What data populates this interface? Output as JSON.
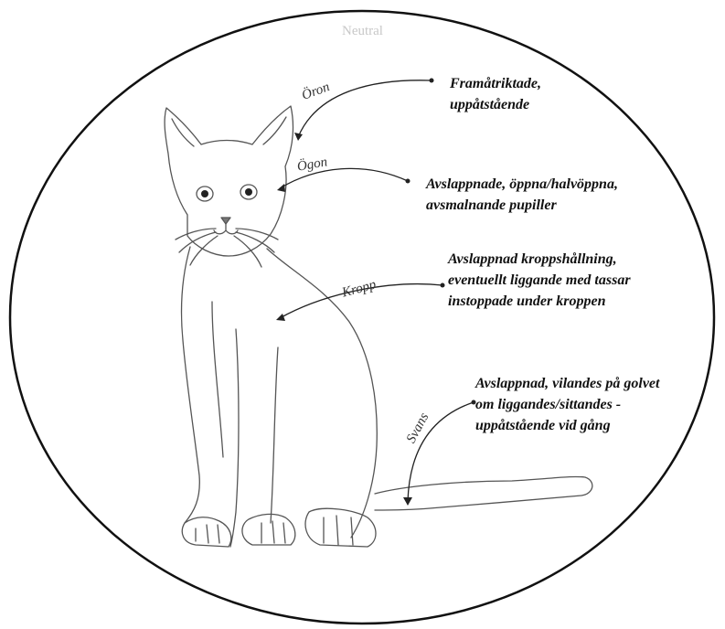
{
  "title": "Neutral",
  "parts": [
    {
      "key": "ears",
      "label": "Öron",
      "description": [
        "Framåtriktade,",
        "uppåtstående"
      ]
    },
    {
      "key": "eyes",
      "label": "Ögon",
      "description": [
        "Avslappnade, öppna/halvöppna,",
        "avsmalnande pupiller"
      ]
    },
    {
      "key": "body",
      "label": "Kropp",
      "description": [
        "Avslappnad kroppshållning,",
        "eventuellt liggande med tassar",
        "instoppade under kroppen"
      ]
    },
    {
      "key": "tail",
      "label": "Svans",
      "description": [
        "Avslappnad, vilandes på golvet",
        "om liggandes/sittandes -",
        "uppåtstående vid gång"
      ]
    }
  ],
  "icons": {
    "illustration": "sitting-cat-line-drawing",
    "arrows": "curved-arrow"
  }
}
